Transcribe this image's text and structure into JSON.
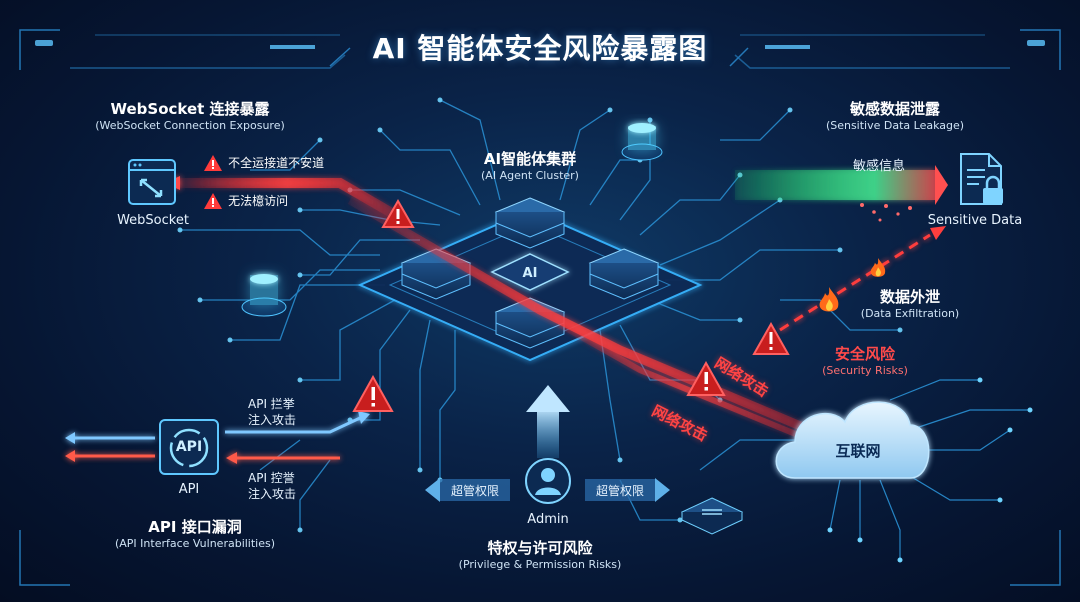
{
  "title": "AI 智能体安全风险暴露图",
  "cluster": {
    "title": "AI智能体集群",
    "subtitle": "(AI Agent Cluster)"
  },
  "websocket": {
    "title": "WebSocket 连接暴露",
    "subtitle": "(WebSocket Connection Exposure)",
    "icon_label": "WebSocket",
    "warnings": [
      "不全运接道不安道",
      "无法檍访问"
    ]
  },
  "sensitive": {
    "title": "敏感数据泄露",
    "subtitle": "(Sensitive Data Leakage)",
    "flow_label": "敏感信息",
    "icon_label": "Sensitive Data"
  },
  "exfiltration": {
    "title": "数据外泄",
    "subtitle": "(Data Exfiltration)"
  },
  "security_risks": {
    "title": "安全风险",
    "subtitle": "(Security Risks)"
  },
  "attacks": [
    "网络攻击",
    "网络攻击"
  ],
  "internet_label": "互联网",
  "api": {
    "icon_text": "API",
    "icon_label": "API",
    "arrow_top": [
      "API 拦挙",
      "注入攻击"
    ],
    "arrow_bottom": [
      "API 控誉",
      "注入攻击"
    ],
    "title": "API 接口漏洞",
    "subtitle": "(API Interface Vulnerabilities)"
  },
  "admin": {
    "label": "Admin",
    "left_arrow": "超管权限",
    "right_arrow": "超管权限",
    "title": "特权与许可风险",
    "subtitle": "(Privilege & Permission Risks)"
  },
  "colors": {
    "accent": "#38c8ff",
    "danger": "#ff3b3b",
    "leak": "#3cff8a",
    "bg": "#06142b"
  },
  "icons": [
    "websocket-window-icon",
    "warning-icon",
    "document-lock-icon",
    "fire-icon",
    "cloud-icon",
    "api-icon",
    "admin-user-icon",
    "server-chip-icon"
  ]
}
